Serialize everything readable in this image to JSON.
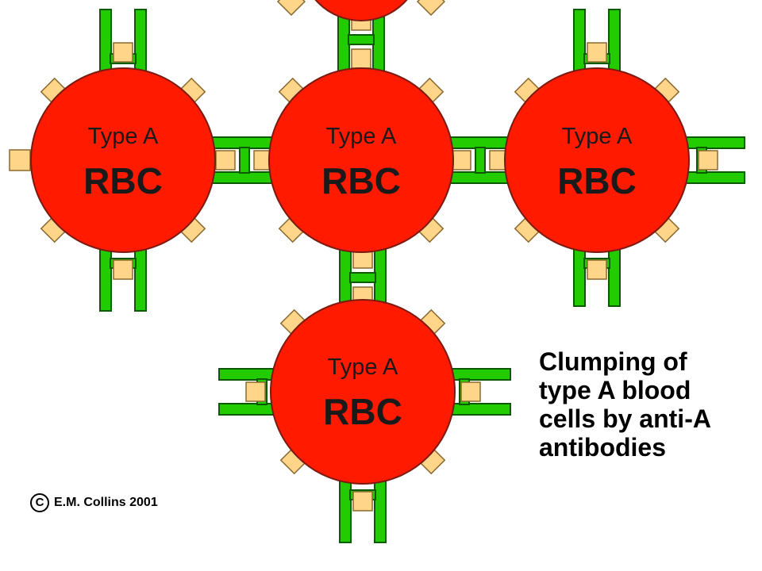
{
  "colors": {
    "cell_fill": "#ff1a00",
    "cell_stroke": "#7a1a10",
    "antibody_fill": "#22cc00",
    "antibody_stroke": "#0b5a00",
    "antigen_fill": "#ffd58a",
    "antigen_stroke": "#8a6a30"
  },
  "cells": [
    {
      "type_label": "Type A",
      "name": "RBC"
    },
    {
      "type_label": "Type A",
      "name": "RBC"
    },
    {
      "type_label": "Type A",
      "name": "RBC"
    },
    {
      "type_label": "Type A",
      "name": "RBC"
    }
  ],
  "caption": {
    "lines": [
      "Clumping of",
      "type A blood",
      "cells by anti-A",
      "antibodies"
    ]
  },
  "copyright": {
    "symbol": "C",
    "text": "E.M. Collins 2001"
  }
}
